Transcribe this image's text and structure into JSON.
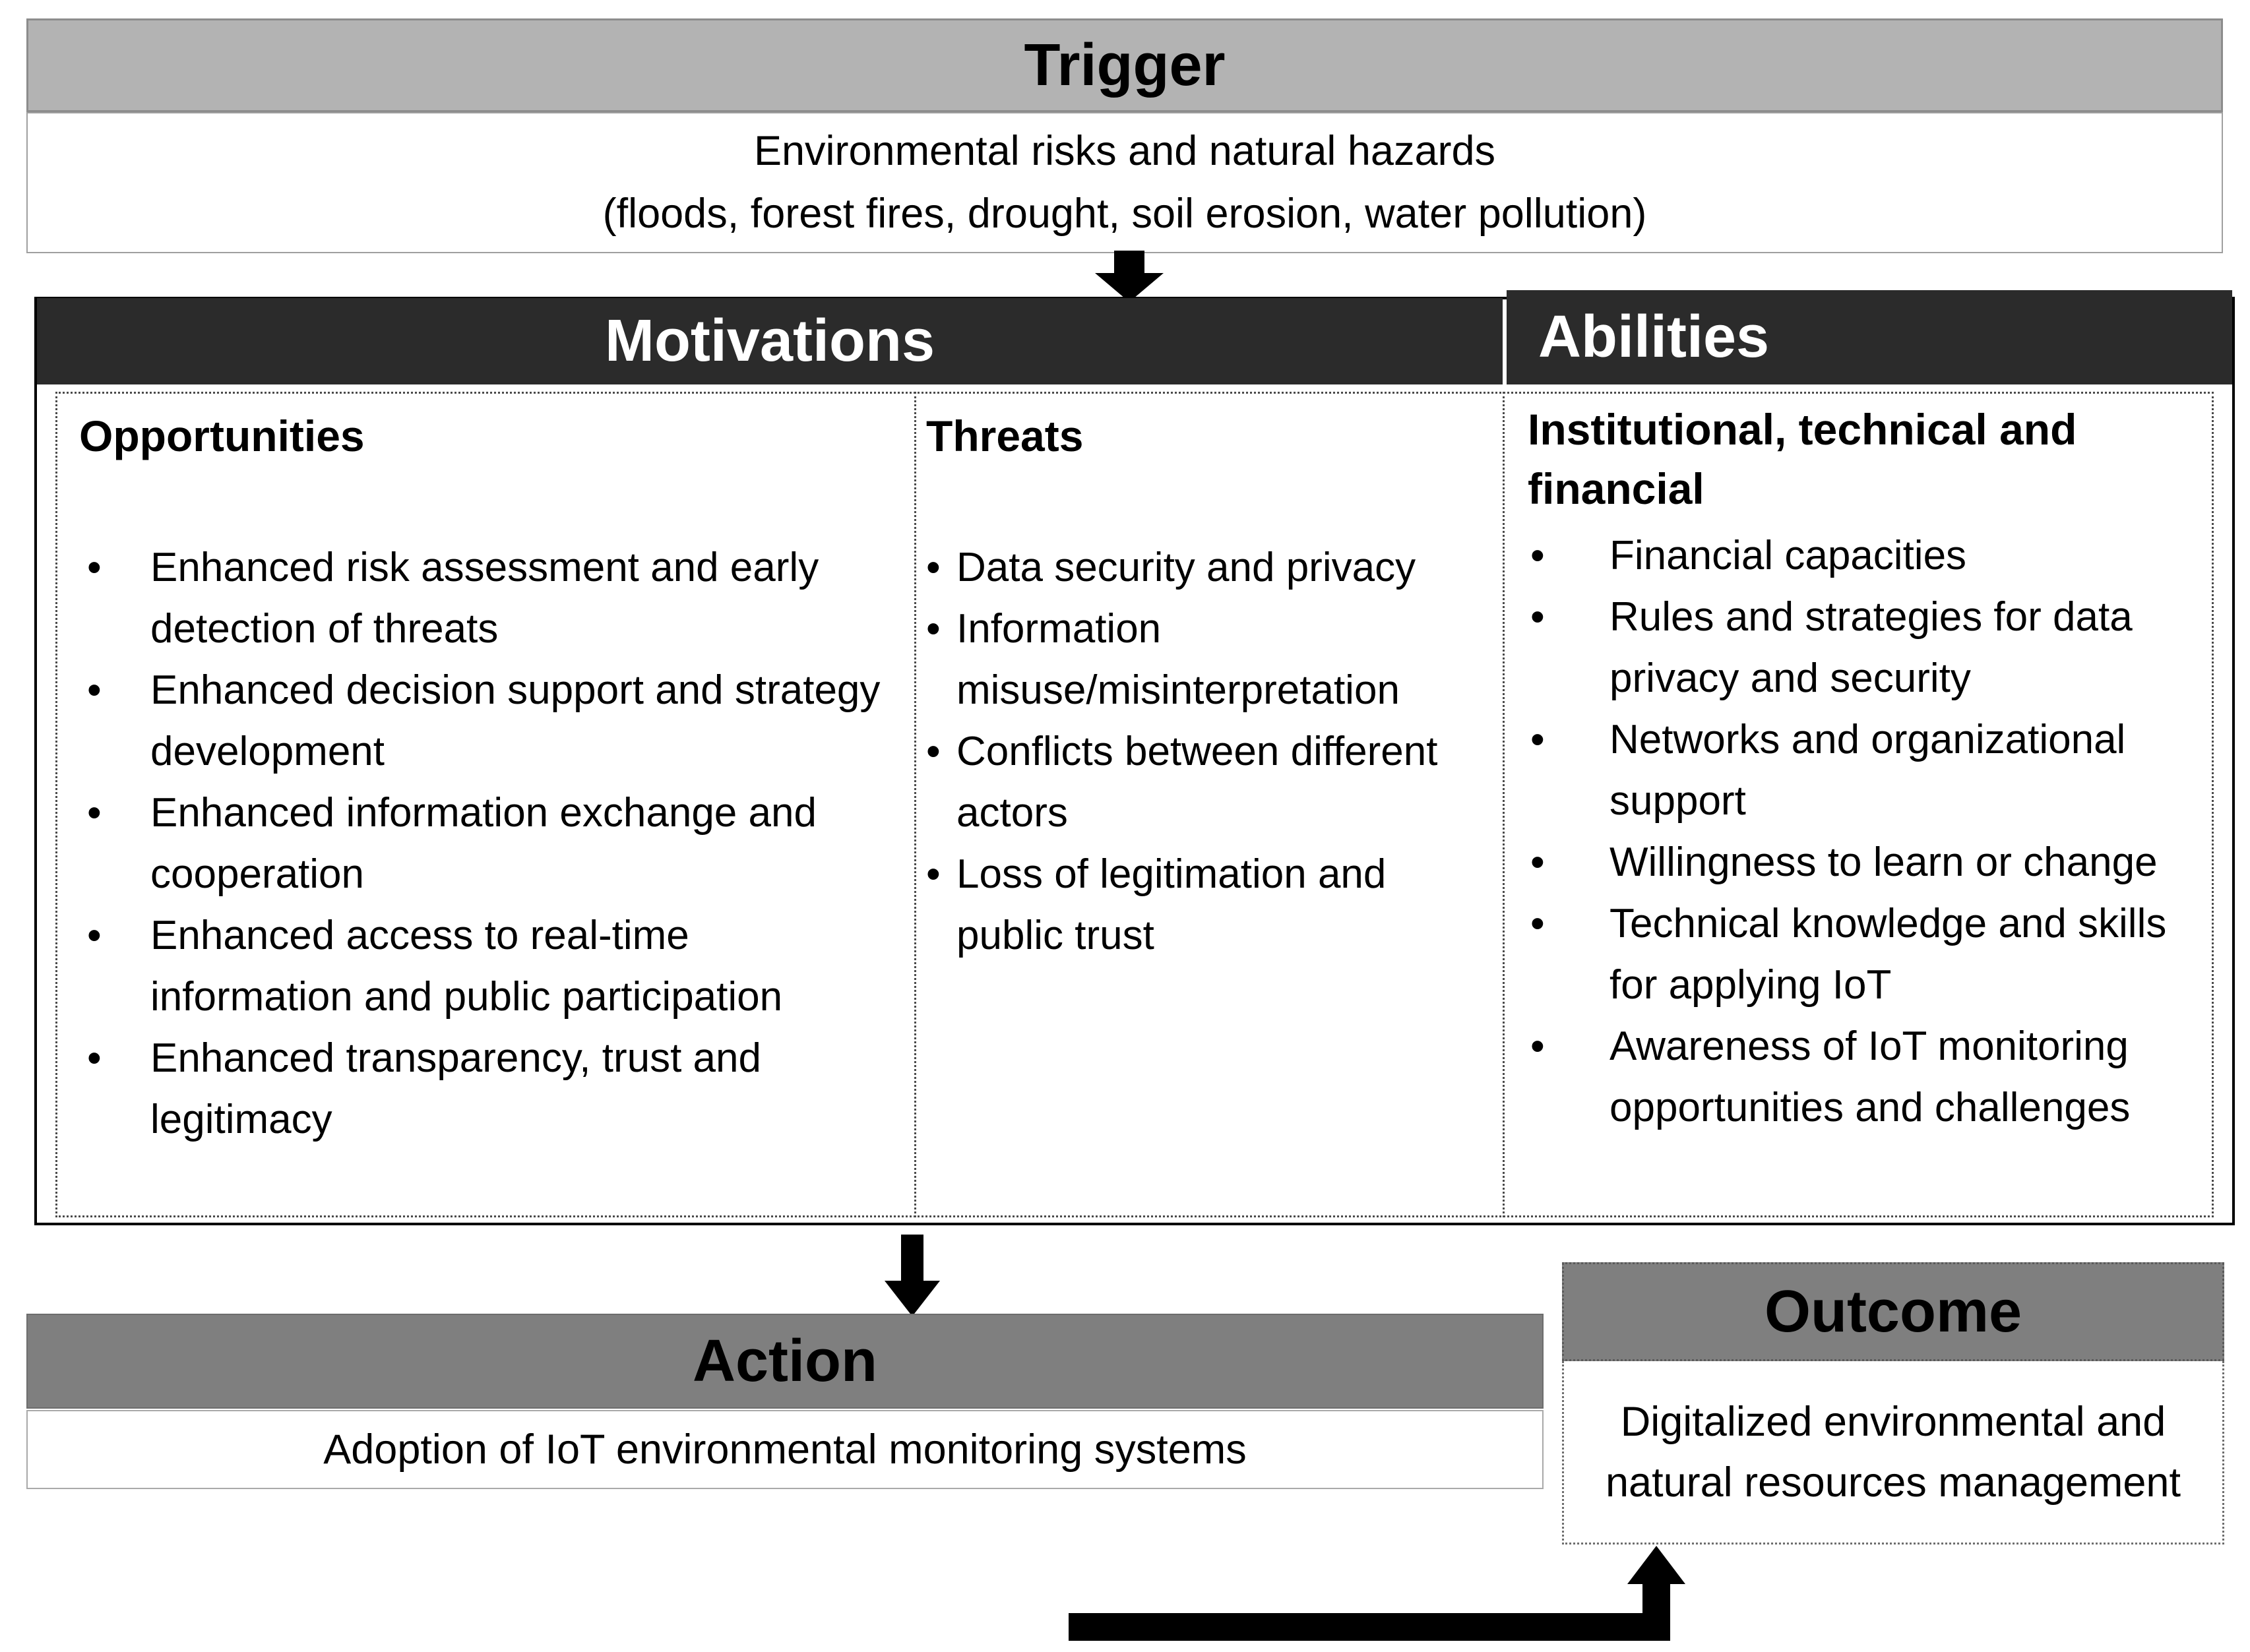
{
  "colors": {
    "trigger_header_bg": "#b3b3b3",
    "dark_header_bg": "#2b2b2b",
    "mid_header_bg": "#7f7f7f",
    "arrow_color": "#000000"
  },
  "trigger": {
    "title": "Trigger",
    "body_line1": "Environmental risks and natural hazards",
    "body_line2": "(floods, forest fires, drought, soil erosion, water pollution)"
  },
  "motivations": {
    "title": "Motivations"
  },
  "abilities": {
    "title": "Abilities"
  },
  "opportunities": {
    "heading": "Opportunities",
    "items": [
      "Enhanced risk assessment and early detection of threats",
      "Enhanced decision support and strategy development",
      "Enhanced information exchange and cooperation",
      "Enhanced access to real-time information and public participation",
      "Enhanced transparency, trust and legitimacy"
    ]
  },
  "threats": {
    "heading": "Threats",
    "items": [
      "Data security and privacy",
      "Information misuse/misinterpretation",
      "Conflicts between different actors",
      "Loss of legitimation and public trust"
    ]
  },
  "institutional": {
    "heading": "Institutional, technical and financial",
    "items": [
      "Financial capacities",
      "Rules and strategies for data privacy and security",
      "Networks and organizational support",
      "Willingness to learn or change",
      "Technical knowledge and skills for applying IoT",
      "Awareness of IoT monitoring opportunities and challenges"
    ]
  },
  "action": {
    "title": "Action",
    "body": "Adoption of IoT environmental monitoring systems"
  },
  "outcome": {
    "title": "Outcome",
    "body": "Digitalized environmental and natural resources management"
  }
}
